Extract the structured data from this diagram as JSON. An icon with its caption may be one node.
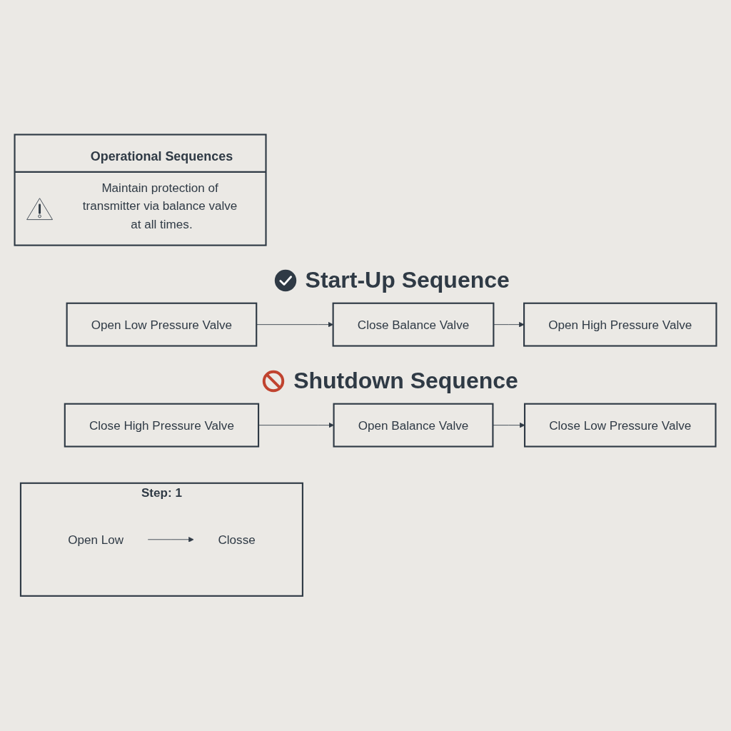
{
  "diagram": {
    "nodes": [
      {
        "text": [
          "Operational Sequences",
          "Maintain protection of transmitter via balance valve at all times."
        ]
      },
      {
        "text": [
          "Open Low Pressure Valve"
        ]
      },
      {
        "text": [
          "Close Balance Valve"
        ]
      },
      {
        "text": [
          "Open High Pressure Valve"
        ]
      },
      {
        "text": [
          "Close High Pressure Valve"
        ]
      },
      {
        "text": [
          "Open Balance Valve"
        ]
      },
      {
        "text": [
          "Close Low Pressure Valve"
        ]
      },
      {
        "text": [
          "Step: 1"
        ]
      },
      {
        "text": [
          "Open Low"
        ],
        "in": 7
      },
      {
        "text": [
          "Closse"
        ],
        "in": 7
      }
    ],
    "edges": [
      {
        "from": 1,
        "to": 2,
        "arrow": "to"
      },
      {
        "from": 2,
        "to": 3,
        "arrow": "to"
      },
      {
        "from": 4,
        "to": 5,
        "arrow": "to"
      },
      {
        "from": 5,
        "to": 6,
        "arrow": "to"
      },
      {
        "from": 8,
        "to": 9,
        "arrow": "to"
      }
    ],
    "labels": [
      "Start-Up Sequence",
      "Shutdown Sequence"
    ]
  }
}
